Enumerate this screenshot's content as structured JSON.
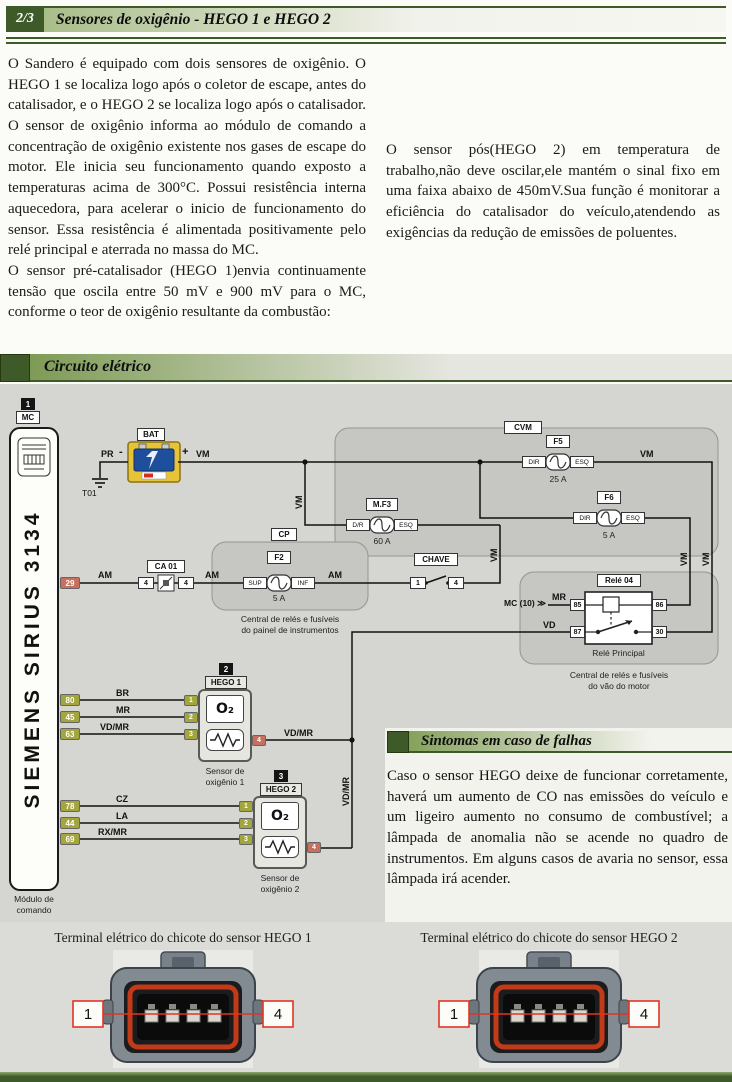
{
  "header": {
    "page_badge": "2/3",
    "title": "Sensores de oxigênio - HEGO 1 e HEGO 2"
  },
  "intro": {
    "left_p1": "O Sandero é equipado com dois sensores de oxigênio. O HEGO 1 se localiza logo após o coletor de escape, antes do catalisador, e o HEGO 2 se localiza logo após o catalisador. O sensor de oxigênio informa ao módulo de comando a concentração de oxigênio existente nos gases de escape do motor. Ele inicia seu funcionamento quando exposto a temperaturas acima de 300°C. Possui resistência interna aquecedora, para acelerar o inicio de funcionamento do sensor. Essa resistência é alimentada positivamente pelo relé principal e aterrada no massa do MC.",
    "left_p2": "O sensor pré-catalisador (HEGO 1)envia continuamente tensão que oscila entre 50 mV e 900 mV para o MC, conforme o teor de oxigênio resultante da combustão:",
    "right_p1": "O sensor pós(HEGO 2) em temperatura de trabalho,não deve oscilar,ele mantém o sinal fixo em uma faixa abaixo de 450mV.Sua função é monitorar a eficiência do catalisador do veículo,atendendo as exigências da redução de emissões de poluentes."
  },
  "circuit": {
    "section_title": "Circuito elétrico",
    "module": {
      "ref": "1",
      "ref_label": "MC",
      "name": "SIEMENS SIRIUS 3134",
      "caption_line1": "Módulo de",
      "caption_line2": "comando",
      "pins": [
        "29",
        "80",
        "45",
        "63",
        "78",
        "44",
        "69"
      ]
    },
    "battery": {
      "label": "BAT",
      "minus": "-",
      "plus": "+"
    },
    "ground": {
      "label": "T01"
    },
    "wire_labels": {
      "pr": "PR",
      "vm": "VM",
      "am": "AM",
      "mr": "MR",
      "vd": "VD",
      "br": "BR",
      "cz": "CZ",
      "la": "LA",
      "rx_mr": "RX/MR",
      "vd_mr": "VD/MR"
    },
    "cvm": {
      "label": "CVM",
      "caption_line1": "Central de relés e fusíveis",
      "caption_line2": "do vão do motor"
    },
    "cp": {
      "label": "CP",
      "caption_line1": "Central de relés e fusíveis",
      "caption_line2": "do painel de instrumentos"
    },
    "fuse_f5": {
      "label": "F5",
      "left": "DIR",
      "right": "ESQ",
      "rating": "25 A"
    },
    "fuse_f6": {
      "label": "F6",
      "left": "DIR",
      "right": "ESQ",
      "rating": "5 A"
    },
    "fuse_mf3": {
      "label": "M.F3",
      "left": "D/R",
      "right": "ESQ",
      "rating": "60 A"
    },
    "fuse_f2": {
      "label": "F2",
      "left": "SUP",
      "right": "INF",
      "rating": "5 A"
    },
    "chave": {
      "label": "CHAVE",
      "pin_left": "1",
      "pin_right": "4"
    },
    "ca01": {
      "label": "CA 01",
      "pin_left": "4",
      "pin_right": "4"
    },
    "relay": {
      "label": "Relé 04",
      "name": "Relé Principal",
      "pin85": "85",
      "pin86": "86",
      "pin87": "87",
      "pin30": "30"
    },
    "mc10": "MC (10) ≫",
    "hego1": {
      "ref": "2",
      "name": "HEGO 1",
      "pins": [
        "1",
        "2",
        "3",
        "4"
      ],
      "o2": "O₂",
      "caption_line1": "Sensor de",
      "caption_line2": "oxigênio 1"
    },
    "hego2": {
      "ref": "3",
      "name": "HEGO 2",
      "pins": [
        "1",
        "2",
        "3",
        "4"
      ],
      "o2": "O₂",
      "caption_line1": "Sensor de",
      "caption_line2": "oxigênio 2"
    }
  },
  "sintomas": {
    "title": "Sintomas em caso de falhas",
    "body": "Caso o sensor HEGO deixe de funcionar corretamente, haverá um aumento de CO nas emissões do veículo e um ligeiro aumento no consumo de combustível; a lâmpada de anomalia não se acende no quadro de instrumentos. Em alguns casos de avaria no sensor, essa lâmpada irá acender."
  },
  "terminals": {
    "hego1_caption": "Terminal elétrico do chicote do sensor HEGO 1",
    "hego2_caption": "Terminal elétrico do chicote do sensor HEGO 2",
    "pin_first": "1",
    "pin_last": "4"
  },
  "colors": {
    "dark_green": "#3d5a28",
    "bar_green": "#7e9b55",
    "pin_olive": "#a3a63c",
    "pin_red": "#c7705f",
    "battery_yellow": "#e7c437",
    "annotation_red": "#e03524",
    "wire_black": "#111111"
  }
}
